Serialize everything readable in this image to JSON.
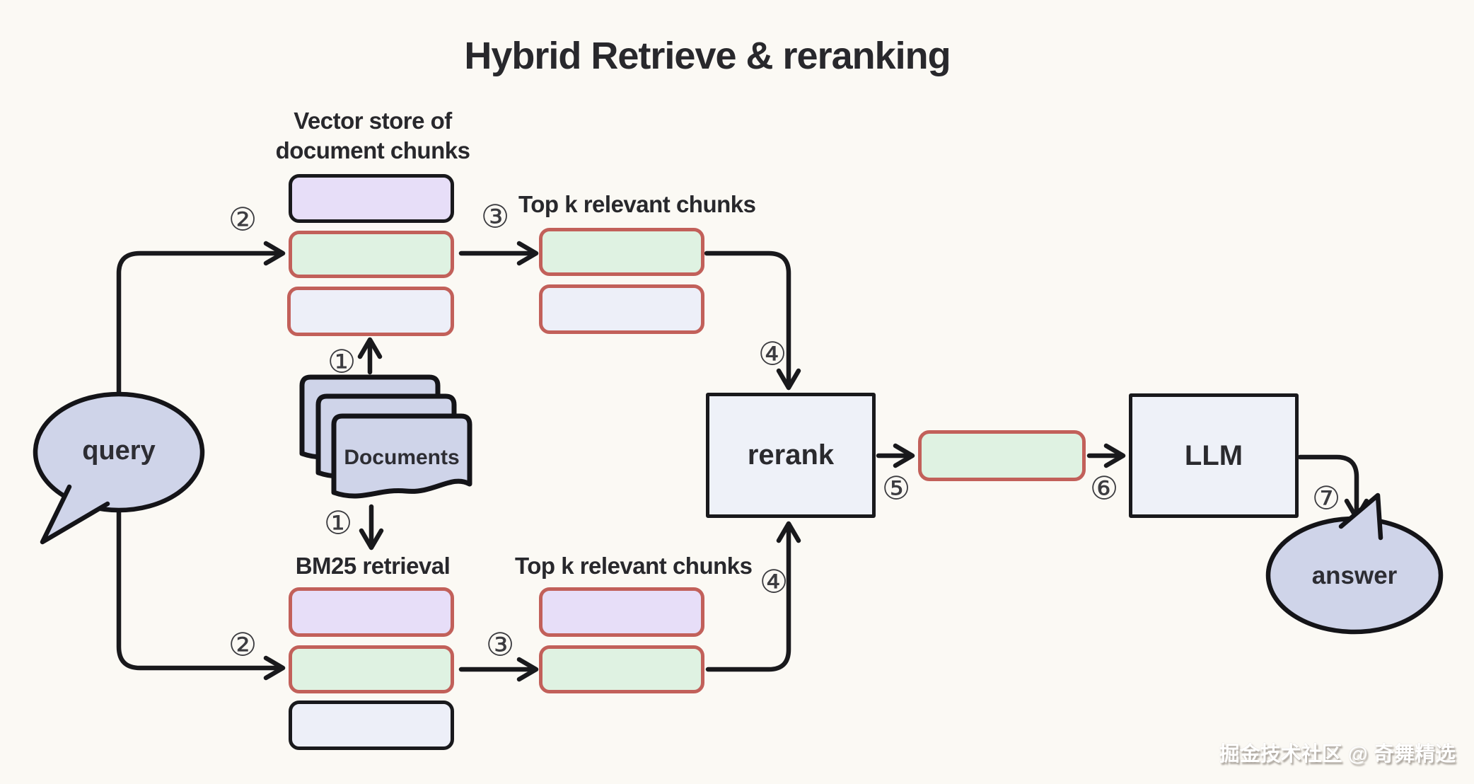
{
  "title": "Hybrid Retrieve & reranking",
  "watermark": "掘金技术社区 @ 奇舞精选",
  "labels": {
    "vector_store": "Vector store of\ndocument chunks",
    "top_k_top": "Top k relevant chunks",
    "top_k_bottom": "Top k relevant chunks",
    "bm25": "BM25 retrieval",
    "documents": "Documents",
    "query": "query",
    "answer": "answer",
    "rerank": "rerank",
    "llm": "LLM"
  },
  "steps": {
    "s1": "①",
    "s2": "②",
    "s3": "③",
    "s4": "④",
    "s5": "⑤",
    "s6": "⑥",
    "s7": "⑦"
  },
  "colors": {
    "background": "#fbf9f4",
    "purple_chunk": "#e7def8",
    "green_chunk": "#dff2e2",
    "light_chunk": "#edeff8",
    "red_border": "#c2605a",
    "outline": "#19191c",
    "bubble_fill": "#cfd4e9",
    "panel_fill": "#eef1f8",
    "text": "#2a2a2e"
  }
}
